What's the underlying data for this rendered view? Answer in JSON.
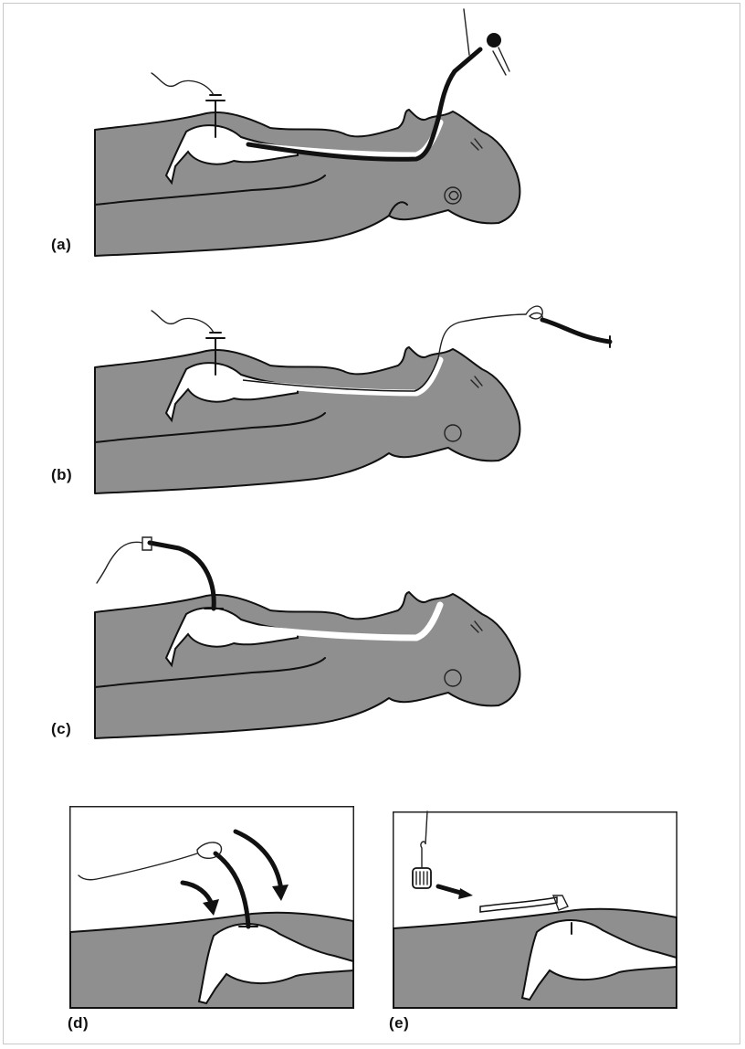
{
  "figure": {
    "panels": [
      {
        "id": "a",
        "label": "(a)"
      },
      {
        "id": "b",
        "label": "(b)"
      },
      {
        "id": "c",
        "label": "(c)"
      },
      {
        "id": "d",
        "label": "(d)"
      },
      {
        "id": "e",
        "label": "(e)"
      }
    ],
    "colors": {
      "body": "#8f8f8f",
      "outline": "#111111",
      "lumen": "#ffffff",
      "background": "#ffffff"
    },
    "icons": [
      "endoscope-icon",
      "guidewire-icon",
      "gastrostomy-tube-icon",
      "arrow-icon",
      "feeding-adapter-icon"
    ]
  }
}
